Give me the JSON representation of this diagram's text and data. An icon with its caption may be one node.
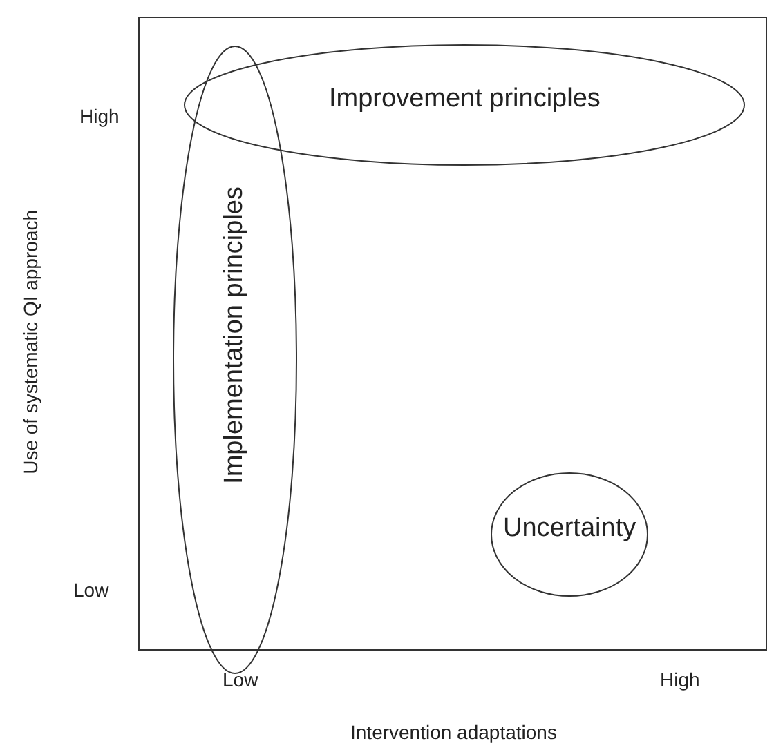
{
  "diagram": {
    "nodes": [
      {
        "text": [
          "Improvement principles"
        ]
      },
      {
        "text": [
          "Implementation principles"
        ]
      },
      {
        "text": [
          "Uncertainty"
        ]
      }
    ],
    "edges": [],
    "labels": [
      "High",
      "Use of systematic QI approach",
      "Low",
      "Low",
      "High",
      "Intervention adaptations"
    ]
  }
}
